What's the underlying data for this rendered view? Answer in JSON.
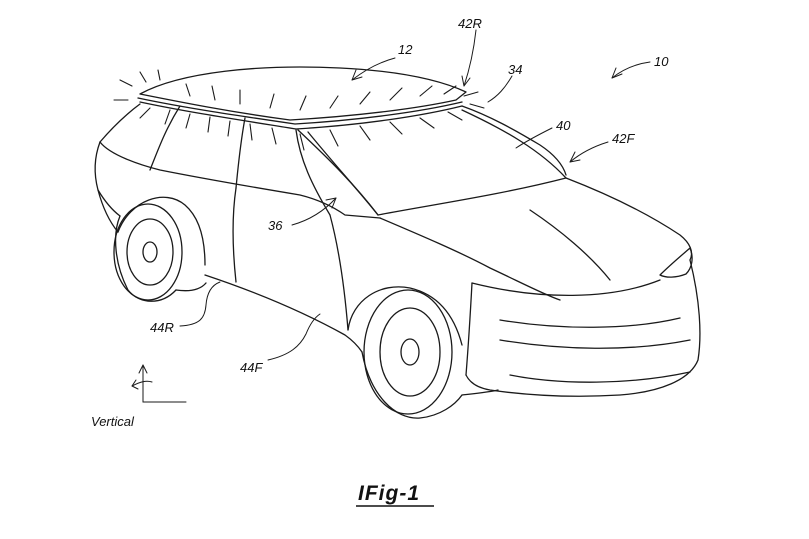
{
  "labels": {
    "vehicle": "10",
    "roof": "12",
    "rear_side": "42R",
    "front_side": "42F",
    "light_strip": "34",
    "windshield": "40",
    "side_window": "36",
    "rear_door": "44R",
    "front_door": "44F",
    "vertical_axis": "Vertical"
  },
  "caption": "IFig-1"
}
